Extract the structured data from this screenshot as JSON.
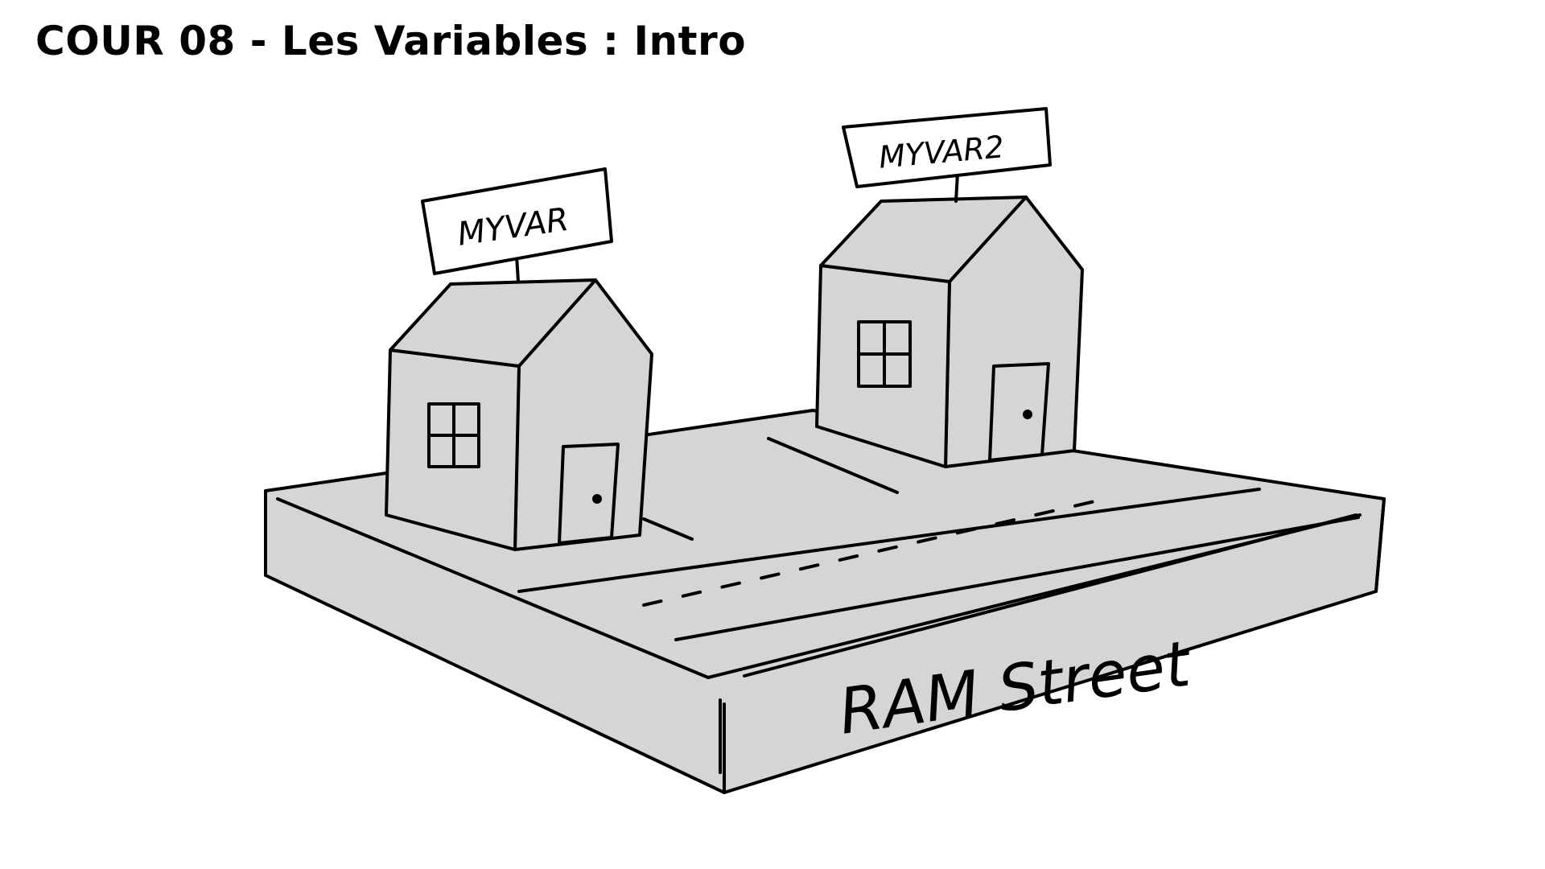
{
  "title": "COUR 08 - Les Variables : Intro",
  "colors": {
    "fill": "#d5d5d5",
    "stroke": "#000000",
    "background": "#ffffff"
  },
  "signs": {
    "left": "MYVAR",
    "right": "MYVAR2"
  },
  "street_label": "RAM Street"
}
